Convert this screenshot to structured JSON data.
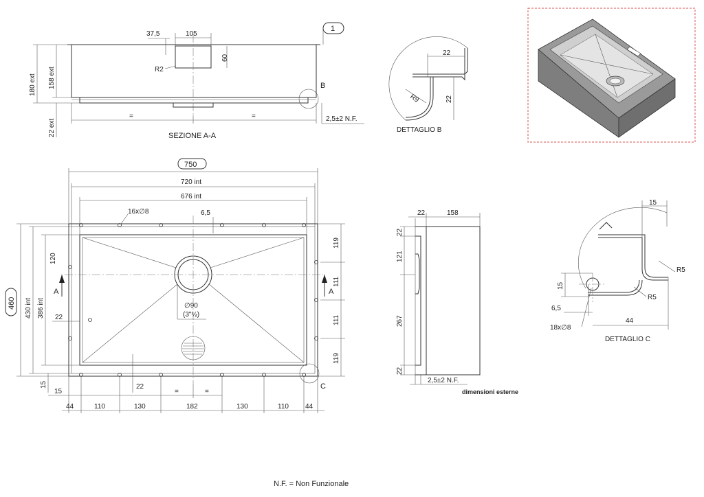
{
  "section_aa": {
    "title": "SEZIONE A-A",
    "dims": {
      "d375": "37,5",
      "d105": "105",
      "d60": "60",
      "r2": "R2",
      "h180": "180 ext",
      "h158": "158 ext",
      "h22": "22 ext",
      "eq": "=",
      "tolerance": "2,5±2 N.F."
    },
    "detail_b_marker": "B",
    "view_badge": "1"
  },
  "detail_b": {
    "title": "DETTAGLIO B",
    "d22a": "22",
    "d22b": "22",
    "r9": "R9"
  },
  "plan": {
    "d750": "750",
    "d720": "720 int",
    "d676": "676 int",
    "holes": "16x∅8",
    "d65": "6,5",
    "d460": "460",
    "d430": "430 int",
    "d386": "386 int",
    "d120": "120",
    "d22left": "22",
    "d15left": "15",
    "drain_diameter": "∅90",
    "drain_inch": "(3\"½)",
    "d22bottom": "22",
    "right_dims": [
      "119",
      "111",
      "111",
      "119"
    ],
    "bottom_row1": [
      "15",
      "=",
      "="
    ],
    "bottom_row2": [
      "44",
      "110",
      "130",
      "182",
      "130",
      "110",
      "44"
    ],
    "section_mark": "A",
    "detail_c_marker": "C"
  },
  "side_view": {
    "d22top": "22",
    "d158": "158",
    "vertical_dims": [
      "22",
      "121",
      "267",
      "22"
    ],
    "tolerance": "2,5±2 N.F.",
    "note": "dimensioni esterne"
  },
  "detail_c": {
    "title": "DETTAGLIO C",
    "d15top": "15",
    "r5a": "R5",
    "r5b": "R5",
    "d15left": "15",
    "d65": "6,5",
    "holes": "18x∅8",
    "d44": "44"
  },
  "footer": {
    "note": "N.F. = Non Funzionale"
  },
  "colors": {
    "line": "#333333",
    "sink_body": "#8a8a8a",
    "sink_inner": "#c9c9c9",
    "highlight_frame": "#d9534f"
  }
}
